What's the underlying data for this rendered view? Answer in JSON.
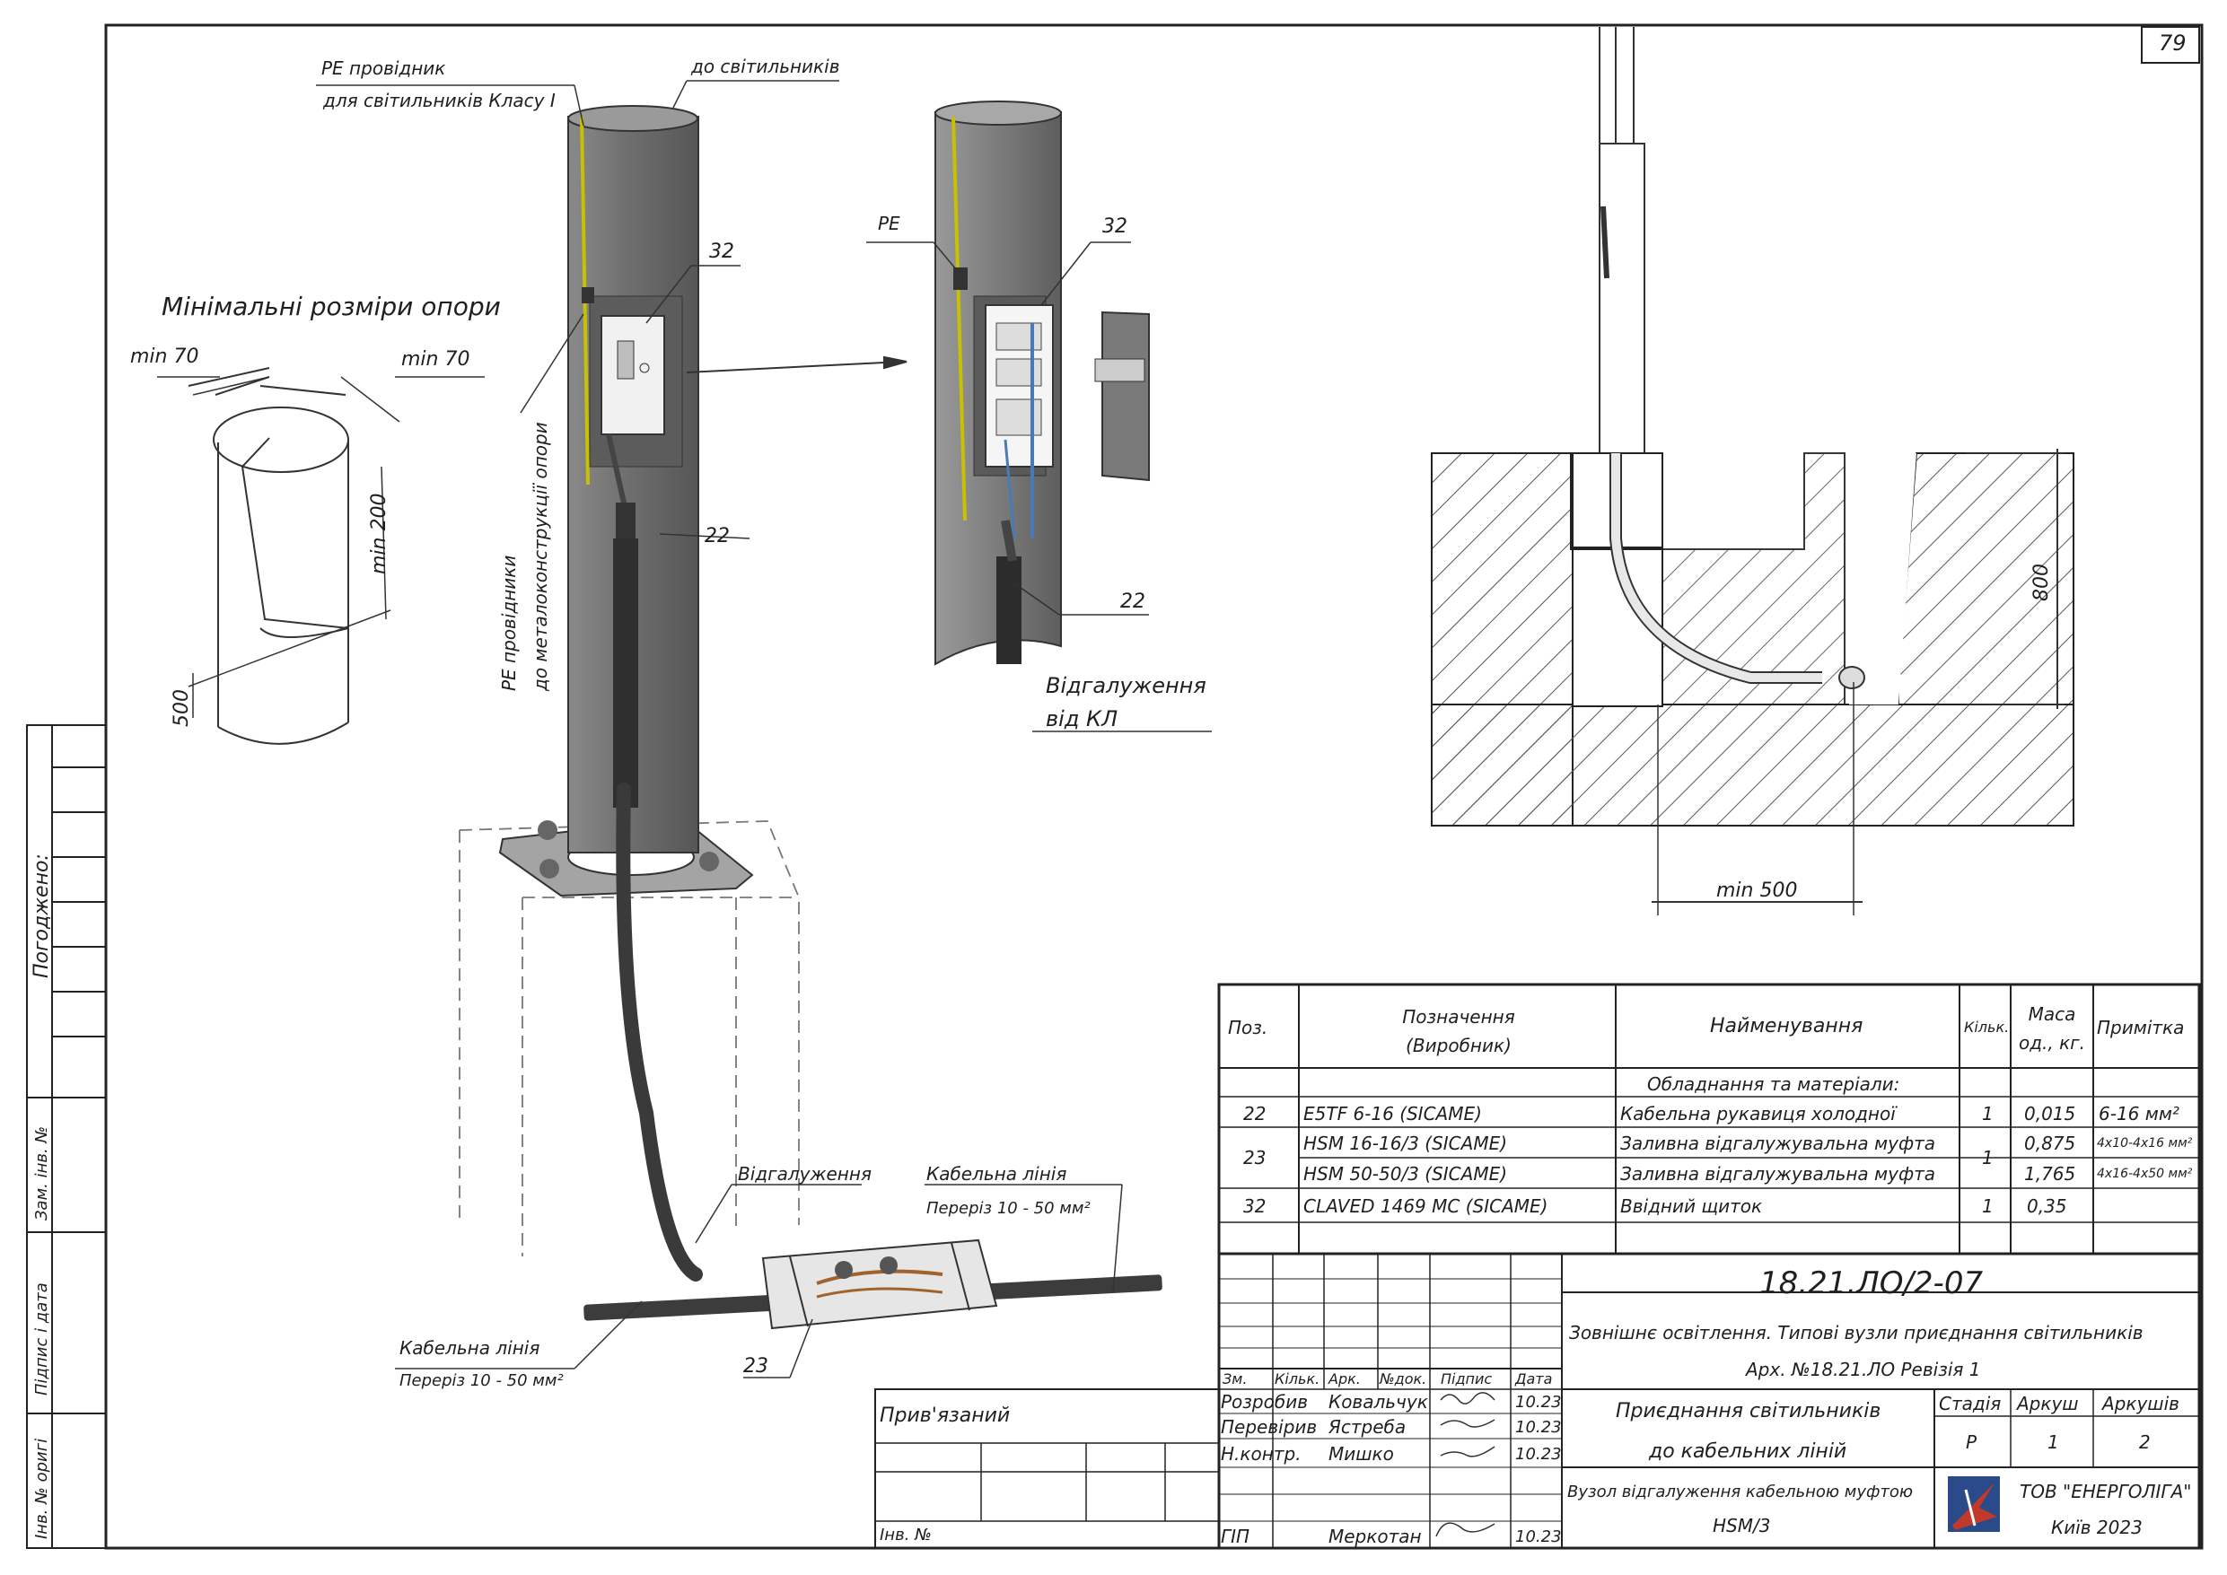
{
  "sheet_number": "79",
  "callouts": {
    "pe_conductor_line1": "PE провідник",
    "pe_conductor_line2": "для світильників Класу I",
    "to_luminaires": "до світильників",
    "min_dims_title": "Мінімальні розміри опори",
    "min70_a": "min 70",
    "min70_b": "min 70",
    "min200": "min 200",
    "dim500": "500",
    "pe_to_metal_1": "PE провідники",
    "pe_to_metal_2": "до металоконструкції опори",
    "pos32_left": "32",
    "pos22_left": "22",
    "pe_right": "PE",
    "pos32_right": "32",
    "pos22_right": "22",
    "branch_kl_1": "Відгалуження",
    "branch_kl_2": "від КЛ",
    "branch_label": "Відгалуження",
    "cable_line_top_1": "Кабельна лінія",
    "cable_line_top_2": "Переріз 10 - 50 мм²",
    "cable_line_bottom_1": "Кабельна лінія",
    "cable_line_bottom_2": "Переріз 10 - 50 мм²",
    "pos23": "23",
    "dim800": "800",
    "min500": "min 500"
  },
  "spec_table": {
    "headers": {
      "pos": "Поз.",
      "designation": "Позначення (Виробник)",
      "name": "Найменування",
      "qty": "Кільк.",
      "mass": "Маса од., кг.",
      "note": "Примітка"
    },
    "section": "Обладнання та матеріали:",
    "rows": [
      {
        "pos": "22",
        "designation": "E5TF 6-16   (SICAME)",
        "name": "Кабельна рукавиця холодної",
        "qty": "1",
        "mass": "0,015",
        "note": "6-16 мм²"
      },
      {
        "pos": "23",
        "designation": "HSM 16-16/3   (SICAME)",
        "name": "Заливна відгалужувальна муфта",
        "qty": "1",
        "mass": "0,875",
        "note": "4х10-4х16 мм²"
      },
      {
        "pos": "",
        "designation": "HSM 50-50/3   (SICAME)",
        "name": "Заливна відгалужувальна муфта",
        "qty": "",
        "mass": "1,765",
        "note": "4х16-4х50 мм²"
      },
      {
        "pos": "32",
        "designation": "CLAVED 1469 MC   (SICAME)",
        "name": "Ввідний щиток",
        "qty": "1",
        "mass": "0,35",
        "note": ""
      }
    ]
  },
  "title_block": {
    "doc_code": "18.21.ЛО/2-07",
    "project_title": "Зовнішнє освітлення. Типові вузли приєднання світильників",
    "archive": "Арх. №18.21.ЛО Ревізія 1",
    "drawing_title_1": "Приєднання світильників",
    "drawing_title_2": "до кабельних ліній",
    "sheet_title_1": "Вузол відгалуження кабельною муфтою",
    "sheet_title_2": "HSM/3",
    "stage_label": "Стадія",
    "sheet_label": "Аркуш",
    "sheets_label": "Аркушів",
    "stage": "Р",
    "sheet": "1",
    "sheets": "2",
    "company": "ТОВ \"ЕНЕРГОЛІГА\"",
    "city_year": "Київ 2023",
    "col_headers": [
      "Зм.",
      "Кільк.",
      "Арк.",
      "№док.",
      "Підпис",
      "Дата"
    ],
    "signers": [
      {
        "role": "Розробив",
        "name": "Ковальчук",
        "date": "10.23"
      },
      {
        "role": "Перевірив",
        "name": "Ястреба",
        "date": "10.23"
      },
      {
        "role": "Н.контр.",
        "name": "Мишко",
        "date": "10.23"
      },
      {
        "role": "ГІП",
        "name": "Меркотан",
        "date": "10.23"
      }
    ],
    "bound_label": "Прив'язаний",
    "inv_label": "Інв. №"
  },
  "side_stamp": {
    "agreed": "Погоджено:",
    "replace_inv": "Зам. інв. №",
    "sign_date": "Підпис і дата",
    "inv_orig": "Інв. № оригі"
  }
}
